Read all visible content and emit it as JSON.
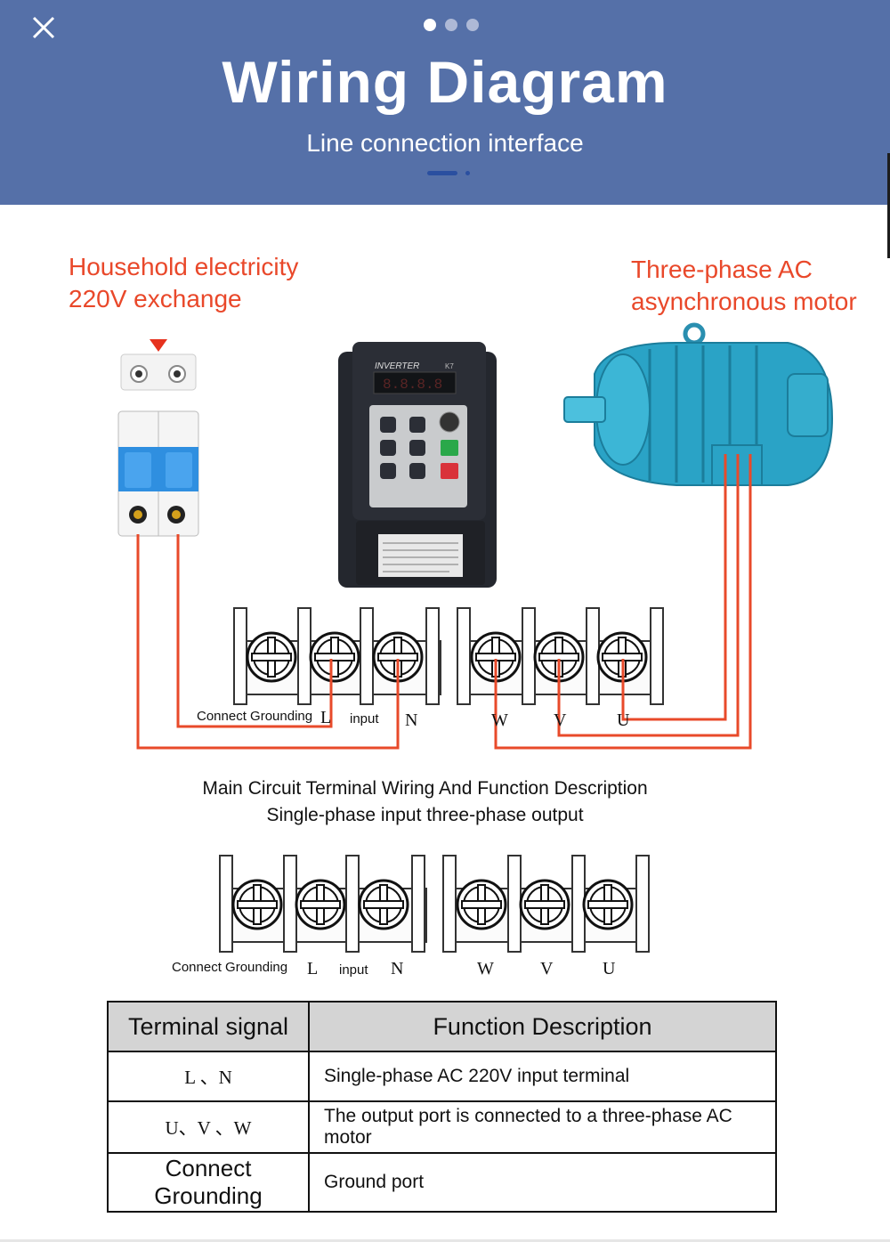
{
  "header": {
    "title": "Wiring Diagram",
    "subtitle": "Line connection interface",
    "carousel_dots": 3,
    "active_dot": 0
  },
  "labels": {
    "household_line1": "Household electricity",
    "household_line2": "220V exchange",
    "motor_line1": "Three-phase AC",
    "motor_line2": "asynchronous motor",
    "inverter_brand": "INVERTER",
    "inverter_model": "K7",
    "inverter_display": "8.8.8.8"
  },
  "terminal_top": {
    "connect_grounding": "Connect Grounding",
    "l": "L",
    "input": "input",
    "n": "N",
    "w": "W",
    "v": "V",
    "u": "U"
  },
  "caption": {
    "line1": "Main Circuit Terminal Wiring And Function Description",
    "line2": "Single-phase input three-phase output"
  },
  "terminal_bottom": {
    "connect_grounding": "Connect Grounding",
    "l": "L",
    "input": "input",
    "n": "N",
    "w": "W",
    "v": "V",
    "u": "U"
  },
  "table": {
    "headers": [
      "Terminal signal",
      "Function Description"
    ],
    "rows": [
      {
        "signal": "L 、N",
        "description": "Single-phase AC 220V input terminal"
      },
      {
        "signal": "U、V 、W",
        "description": "The output port is connected to a three-phase AC motor"
      },
      {
        "signal": "Connect Grounding",
        "description": "Ground port"
      }
    ]
  },
  "colors": {
    "header_bg": "#5570a8",
    "accent_red": "#e9482a",
    "wire_red": "#e84a2a",
    "breaker_blue": "#2f8fe0",
    "motor_blue": "#2aa3c6",
    "inverter_body": "#2b2e36"
  }
}
